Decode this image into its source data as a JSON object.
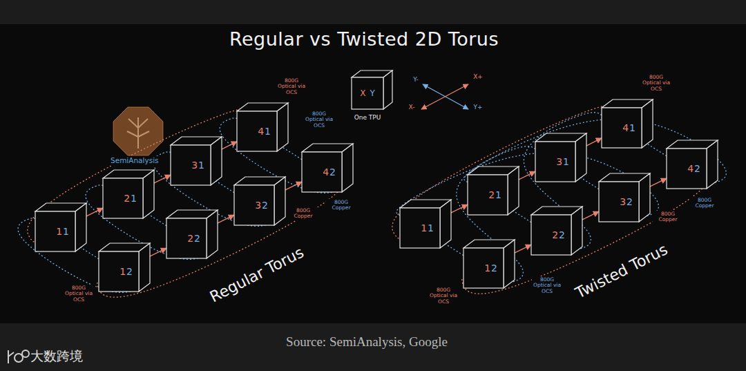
{
  "diagram": {
    "title": "Regular vs Twisted 2D Torus",
    "caption": "Source: SemiAnalysis, Google",
    "nodes": [
      {
        "text": [
          "1",
          "1"
        ]
      },
      {
        "text": [
          "2",
          "1"
        ]
      },
      {
        "text": [
          "3",
          "1"
        ]
      },
      {
        "text": [
          "4",
          "1"
        ]
      },
      {
        "text": [
          "1",
          "2"
        ]
      },
      {
        "text": [
          "2",
          "2"
        ]
      },
      {
        "text": [
          "3",
          "2"
        ]
      },
      {
        "text": [
          "4",
          "2"
        ]
      },
      {
        "text": [
          "X",
          "Y",
          "One TPU"
        ]
      },
      {
        "text": [
          "1",
          "1"
        ]
      },
      {
        "text": [
          "2",
          "1"
        ]
      },
      {
        "text": [
          "3",
          "1"
        ]
      },
      {
        "text": [
          "4",
          "1"
        ]
      },
      {
        "text": [
          "1",
          "2"
        ]
      },
      {
        "text": [
          "2",
          "2"
        ]
      },
      {
        "text": [
          "3",
          "2"
        ]
      },
      {
        "text": [
          "4",
          "2"
        ]
      }
    ],
    "edges": [
      {
        "from": 0,
        "to": 1,
        "arrow": "to"
      },
      {
        "from": 1,
        "to": 2,
        "arrow": "to"
      },
      {
        "from": 2,
        "to": 3,
        "arrow": "to"
      },
      {
        "from": 4,
        "to": 5,
        "arrow": "to"
      },
      {
        "from": 5,
        "to": 6,
        "arrow": "to"
      },
      {
        "from": 6,
        "to": 7,
        "arrow": "to"
      },
      {
        "from": 4,
        "to": 0,
        "arrow": "to"
      },
      {
        "from": 5,
        "to": 1,
        "arrow": "to"
      },
      {
        "from": 6,
        "to": 2,
        "arrow": "to"
      },
      {
        "from": 7,
        "to": 3,
        "arrow": "to"
      },
      {
        "from": 3,
        "to": 0,
        "arrow": "none"
      },
      {
        "from": 7,
        "to": 4,
        "arrow": "none"
      },
      {
        "from": 0,
        "to": 4,
        "arrow": "none"
      },
      {
        "from": 1,
        "to": 5,
        "arrow": "none"
      },
      {
        "from": 2,
        "to": 6,
        "arrow": "none"
      },
      {
        "from": 3,
        "to": 7,
        "arrow": "none"
      },
      {
        "from": 9,
        "to": 10,
        "arrow": "to"
      },
      {
        "from": 10,
        "to": 11,
        "arrow": "to"
      },
      {
        "from": 11,
        "to": 12,
        "arrow": "to"
      },
      {
        "from": 13,
        "to": 14,
        "arrow": "to"
      },
      {
        "from": 14,
        "to": 15,
        "arrow": "to"
      },
      {
        "from": 15,
        "to": 16,
        "arrow": "to"
      },
      {
        "from": 13,
        "to": 9,
        "arrow": "to"
      },
      {
        "from": 14,
        "to": 10,
        "arrow": "to"
      },
      {
        "from": 15,
        "to": 11,
        "arrow": "to"
      },
      {
        "from": 16,
        "to": 12,
        "arrow": "to"
      },
      {
        "from": 12,
        "to": 9,
        "arrow": "none"
      },
      {
        "from": 16,
        "to": 13,
        "arrow": "none"
      },
      {
        "from": 9,
        "to": 15,
        "arrow": "none"
      },
      {
        "from": 10,
        "to": 16,
        "arrow": "none"
      },
      {
        "from": 11,
        "to": 13,
        "arrow": "none"
      },
      {
        "from": 12,
        "to": 14,
        "arrow": "none"
      }
    ],
    "labels": [
      "800G Optical via OCS",
      "SemiAnalysis",
      "800G Optical via OCS",
      "800G Copper",
      "800G Copper",
      "800G Optical via OCS",
      "Regular Torus",
      "Y-",
      "X+",
      "X-",
      "Y+",
      "800G Optical via OCS",
      "800G Copper",
      "800G Copper",
      "800G Optical via OCS",
      "800G Optical via OCS",
      "Twisted Torus",
      "大数跨境"
    ]
  }
}
